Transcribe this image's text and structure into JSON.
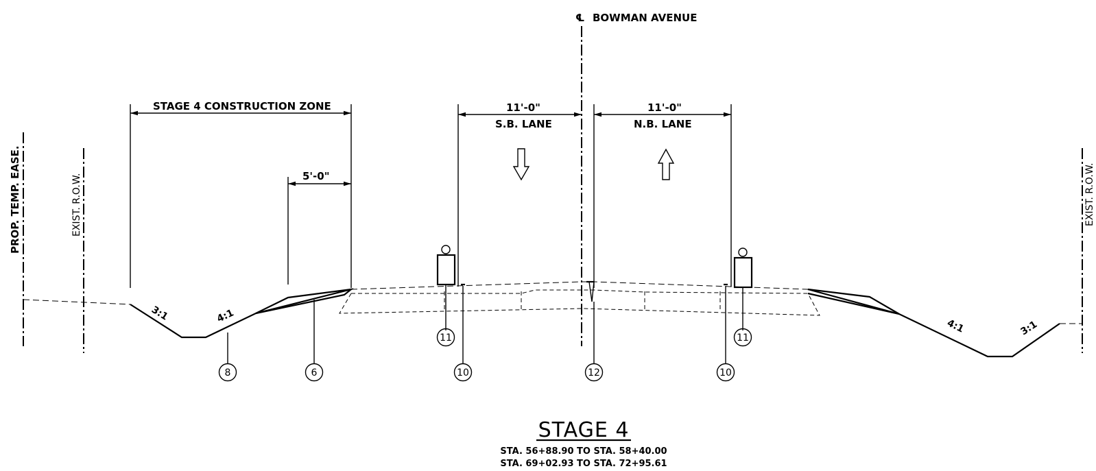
{
  "centerline": {
    "symbol": "℄",
    "label": "BOWMAN AVENUE"
  },
  "vertical_labels": {
    "prop_temp_ease": "PROP. TEMP. EASE.",
    "exist_row_left": "EXIST. R.O.W.",
    "exist_row_right": "EXIST. R.O.W."
  },
  "dimensions": {
    "construction_zone": "STAGE 4 CONSTRUCTION ZONE",
    "offset": "5'-0\"",
    "sb_width": "11'-0\"",
    "sb_lane": "S.B. LANE",
    "nb_width": "11'-0\"",
    "nb_lane": "N.B. LANE"
  },
  "slopes": {
    "left_a": "3:1",
    "left_b": "4:1",
    "right_a": "4:1",
    "right_b": "3:1"
  },
  "callouts": [
    "8",
    "6",
    "11",
    "10",
    "12",
    "10",
    "11"
  ],
  "title": {
    "main": "STAGE 4",
    "line1": "STA. 56+88.90 TO STA. 58+40.00",
    "line2": "STA. 69+02.93 TO STA. 72+95.61"
  }
}
